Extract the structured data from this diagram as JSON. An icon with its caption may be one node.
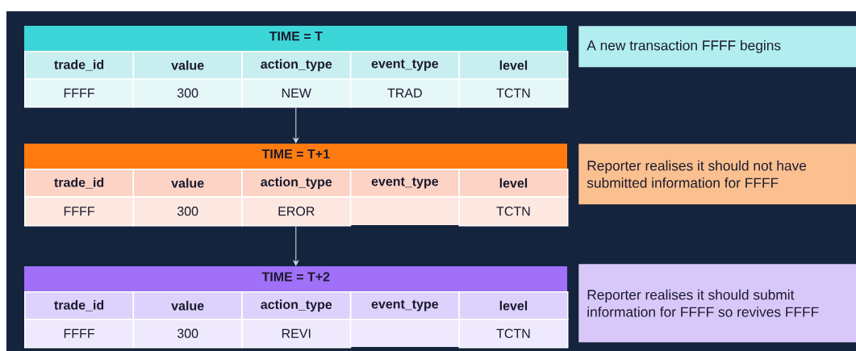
{
  "diagram": {
    "nodes": [
      {
        "text": [
          "TIME = T"
        ]
      },
      {
        "text": [
          "trade_id"
        ],
        "in": 0
      },
      {
        "text": [
          "value"
        ],
        "in": 0
      },
      {
        "text": [
          "action_type"
        ],
        "in": 0
      },
      {
        "text": [
          "event_type"
        ],
        "in": 0
      },
      {
        "text": [
          "level"
        ],
        "in": 0
      },
      {
        "text": [
          "FFFF"
        ],
        "in": 0
      },
      {
        "text": [
          "300"
        ],
        "in": 0
      },
      {
        "text": [
          "NEW"
        ],
        "in": 0
      },
      {
        "text": [
          "TRAD"
        ],
        "in": 0
      },
      {
        "text": [
          "TCTN"
        ],
        "in": 0
      },
      {
        "text": [
          "A new transaction FFFF begins"
        ]
      },
      {
        "text": [
          "TIME = T+1"
        ]
      },
      {
        "text": [
          "trade_id"
        ],
        "in": 12
      },
      {
        "text": [
          "value"
        ],
        "in": 12
      },
      {
        "text": [
          "action_type"
        ],
        "in": 12
      },
      {
        "text": [
          "event_type"
        ],
        "in": 12
      },
      {
        "text": [
          "level"
        ],
        "in": 12
      },
      {
        "text": [
          "FFFF"
        ],
        "in": 12
      },
      {
        "text": [
          "300"
        ],
        "in": 12
      },
      {
        "text": [
          "EROR"
        ],
        "in": 12
      },
      {
        "text": [
          "TCTN"
        ],
        "in": 12
      },
      {
        "text": [
          "Reporter realises it should not have submitted information for FFFF"
        ]
      },
      {
        "text": [
          "TIME = T+2"
        ]
      },
      {
        "text": [
          "trade_id"
        ],
        "in": 23
      },
      {
        "text": [
          "value"
        ],
        "in": 23
      },
      {
        "text": [
          "action_type"
        ],
        "in": 23
      },
      {
        "text": [
          "event_type"
        ],
        "in": 23
      },
      {
        "text": [
          "level"
        ],
        "in": 23
      },
      {
        "text": [
          "FFFF"
        ],
        "in": 23
      },
      {
        "text": [
          "300"
        ],
        "in": 23
      },
      {
        "text": [
          "REVI"
        ],
        "in": 23
      },
      {
        "text": [
          "TCTN"
        ],
        "in": 23
      },
      {
        "text": [
          "Reporter realises it should submit information for FFFF so revives FFFF"
        ]
      }
    ],
    "edges": [
      {
        "from": 0,
        "to": 12,
        "arrow": "to"
      },
      {
        "from": 12,
        "to": 23,
        "arrow": "to"
      }
    ]
  }
}
